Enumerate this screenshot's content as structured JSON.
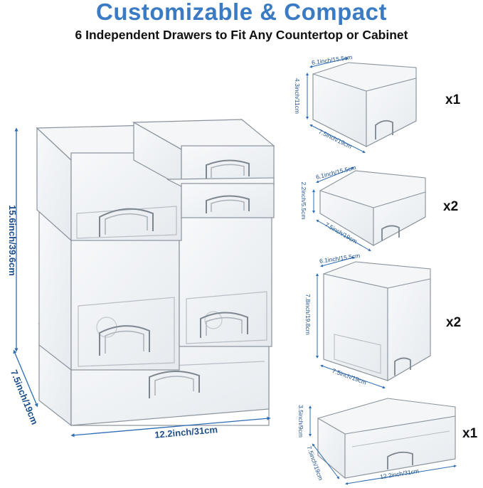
{
  "header": {
    "title": "Customizable & Compact",
    "subtitle": "6 Independent Drawers to Fit Any Countertop or Cabinet"
  },
  "stack": {
    "height_label": "15.6inch/39.6cm",
    "depth_label": "7.5inch/19cm",
    "width_label": "12.2inch/31cm"
  },
  "modules": [
    {
      "width_label": "6.1inch/15.5cm",
      "height_label": "4.3inch/11cm",
      "depth_label": "7.5inch/19cm",
      "quantity": "x1"
    },
    {
      "width_label": "6.1inch/15.5cm",
      "height_label": "2.2inch/5.5cm",
      "depth_label": "7.5inch/19cm",
      "quantity": "x2"
    },
    {
      "width_label": "6.1inch/15.5cm",
      "height_label": "7.8inch/19.8cm",
      "depth_label": "7.5inch/19cm",
      "quantity": "x2"
    },
    {
      "width_label": "12.2inch/31cm",
      "height_label": "3.5inch/9cm",
      "depth_label": "7.5inch/19cm",
      "quantity": "x1"
    }
  ],
  "colors": {
    "title": "#3b7bc4",
    "dimension_line": "#2d6db5",
    "outline": "#8a939c"
  }
}
